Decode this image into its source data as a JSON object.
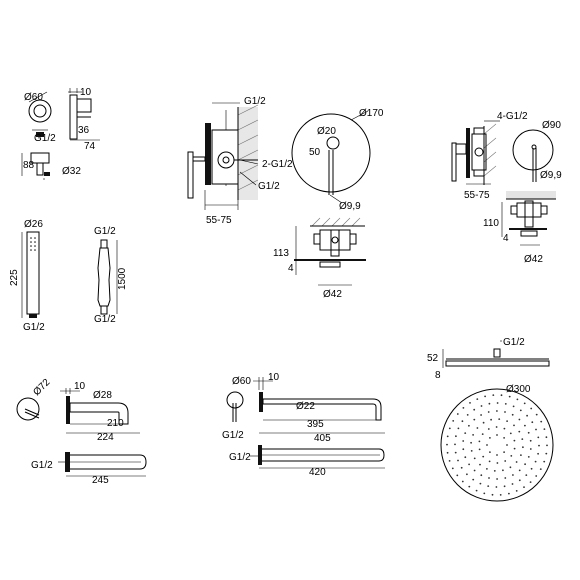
{
  "hand_shower_holder": {
    "dia": "Ø60",
    "w": "10",
    "thread": "G1/2",
    "depth": "36",
    "reach": "74",
    "height": "88",
    "pipe_dia": "Ø32"
  },
  "mixer_side": {
    "thread_top": "G1/2",
    "thread_mid": "2-G1/2",
    "thread_bot": "G1/2",
    "depth_range": "55-75"
  },
  "mixer_front": {
    "plate_dia": "Ø170",
    "knob_dia": "Ø20",
    "offset": "50",
    "lever_dia": "Ø9,9"
  },
  "mixer_box": {
    "height": "113",
    "plate": "4",
    "dia": "Ø42"
  },
  "diverter_side": {
    "thread": "4-G1/2",
    "depth_range": "55-75"
  },
  "diverter_front": {
    "plate_dia": "Ø90",
    "lever_dia": "Ø9,9"
  },
  "diverter_box": {
    "height": "110",
    "plate": "4",
    "dia": "Ø42"
  },
  "hand_shower": {
    "dia": "Ø26",
    "thread": "G1/2",
    "length": "225"
  },
  "hose": {
    "thread_top": "G1/2",
    "thread_bot": "G1/2",
    "length": "1500"
  },
  "bath_spout": {
    "flange_dia": "Ø72",
    "flange_w": "10",
    "pipe_dia": "Ø28",
    "reach": "210",
    "total": "224",
    "thread": "G1/2",
    "total_top": "245"
  },
  "shower_arm": {
    "flange_dia": "Ø60",
    "flange_w": "10",
    "pipe_dia": "Ø22",
    "reach": "395",
    "total": "405",
    "thread": "G1/2",
    "thread_top": "G1/2",
    "total_top": "420"
  },
  "rain_head": {
    "thread": "G1/2",
    "height": "52",
    "thickness": "8",
    "dia": "Ø300"
  }
}
